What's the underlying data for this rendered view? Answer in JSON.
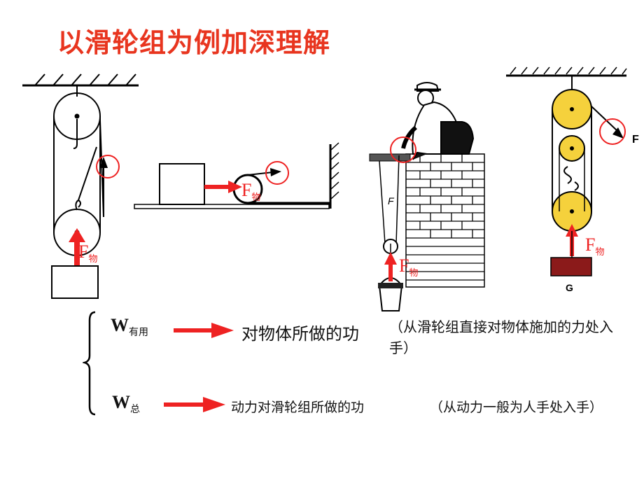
{
  "title": "以滑轮组为例加深理解",
  "force_label": {
    "main": "F",
    "sub": "物"
  },
  "pulley_right_label": "F",
  "bucket_rope_label": "F",
  "weight_label": "G",
  "rows": [
    {
      "w_main": "W",
      "w_sub": "有用",
      "text": "对物体所做的功",
      "note": "（从滑轮组直接对物体施加的力处入手）"
    },
    {
      "w_main": "W",
      "w_sub": "总",
      "text": "动力对滑轮组所做的功",
      "note": "（从动力一般为人手处入手）"
    }
  ]
}
